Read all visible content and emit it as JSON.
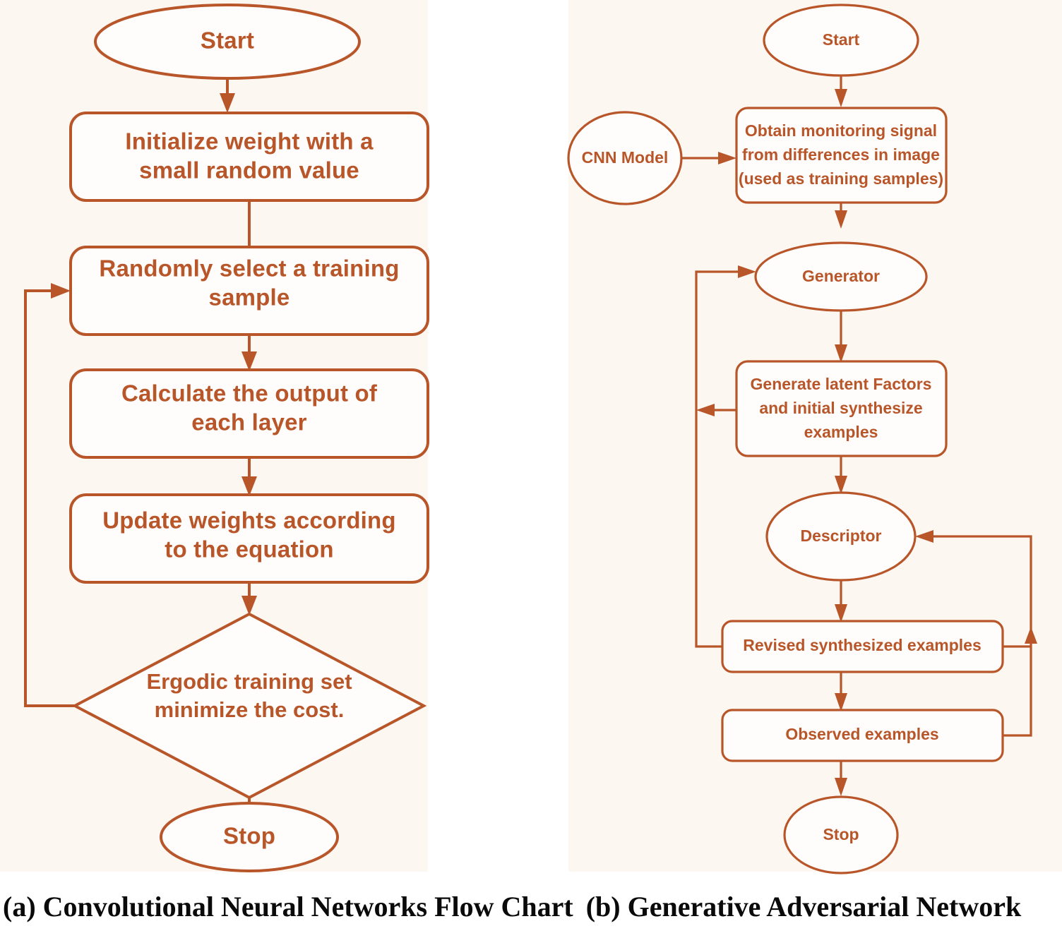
{
  "figure": {
    "background_color": "#ffffff",
    "panel_tint": "#fdf7f2",
    "stroke_color": "#b8562a",
    "caption_color": "#0a0a0a"
  },
  "captions": {
    "panel_a": "(a) Convolutional Neural Networks Flow Chart",
    "panel_b": "(b) Generative Adversarial Network"
  },
  "chart_data": {
    "type": "diagram",
    "title": "Convolutional Neural Networks and Generative Adversarial Network flow charts",
    "diagrams": [
      {
        "id": "panel_a",
        "caption": "(a) Convolutional Neural Networks Flow Chart",
        "nodes": [
          {
            "id": "a_start",
            "shape": "ellipse",
            "label": "Start"
          },
          {
            "id": "a_init",
            "shape": "rounded-rect",
            "label": "Initialize weight with a small random value"
          },
          {
            "id": "a_select",
            "shape": "rounded-rect",
            "label": "Randomly select a training sample"
          },
          {
            "id": "a_calc",
            "shape": "rounded-rect",
            "label": "Calculate the output of each layer"
          },
          {
            "id": "a_update",
            "shape": "rounded-rect",
            "label": "Update weights according to the equation"
          },
          {
            "id": "a_decision",
            "shape": "diamond",
            "label": "Ergodic training set minimize the cost."
          },
          {
            "id": "a_stop",
            "shape": "ellipse",
            "label": "Stop"
          }
        ],
        "edges": [
          {
            "from": "a_start",
            "to": "a_init",
            "type": "arrow"
          },
          {
            "from": "a_init",
            "to": "a_select",
            "type": "line"
          },
          {
            "from": "a_select",
            "to": "a_calc",
            "type": "arrow"
          },
          {
            "from": "a_calc",
            "to": "a_update",
            "type": "arrow"
          },
          {
            "from": "a_update",
            "to": "a_decision",
            "type": "arrow"
          },
          {
            "from": "a_decision",
            "to": "a_stop",
            "type": "arrow"
          },
          {
            "from": "a_decision",
            "to": "a_select",
            "type": "arrow",
            "routing": "feedback-left"
          }
        ]
      },
      {
        "id": "panel_b",
        "caption": "(b) Generative Adversarial Network",
        "nodes": [
          {
            "id": "b_start",
            "shape": "ellipse",
            "label": "Start"
          },
          {
            "id": "b_cnn",
            "shape": "circle",
            "label": "CNN Model"
          },
          {
            "id": "b_obtain",
            "shape": "rounded-rect",
            "label": "Obtain monitoring signal from differences in image (used as training samples)"
          },
          {
            "id": "b_generator",
            "shape": "ellipse",
            "label": "Generator"
          },
          {
            "id": "b_latent",
            "shape": "rounded-rect",
            "label": "Generate latent Factors and initial synthesize examples"
          },
          {
            "id": "b_descriptor",
            "shape": "ellipse",
            "label": "Descriptor"
          },
          {
            "id": "b_revised",
            "shape": "rounded-rect",
            "label": "Revised synthesized examples"
          },
          {
            "id": "b_observed",
            "shape": "rounded-rect",
            "label": "Observed examples"
          },
          {
            "id": "b_stop",
            "shape": "ellipse",
            "label": "Stop"
          }
        ],
        "edges": [
          {
            "from": "b_start",
            "to": "b_obtain",
            "type": "arrow"
          },
          {
            "from": "b_cnn",
            "to": "b_obtain",
            "type": "arrow"
          },
          {
            "from": "b_obtain",
            "to": "b_generator",
            "type": "arrow"
          },
          {
            "from": "b_generator",
            "to": "b_latent",
            "type": "arrow"
          },
          {
            "from": "b_latent",
            "to": "b_descriptor",
            "type": "arrow"
          },
          {
            "from": "b_latent",
            "to": "b_left_bus",
            "type": "arrow",
            "routing": "left"
          },
          {
            "from": "b_descriptor",
            "to": "b_revised",
            "type": "arrow"
          },
          {
            "from": "b_revised",
            "to": "b_observed",
            "type": "arrow"
          },
          {
            "from": "b_observed",
            "to": "b_stop",
            "type": "arrow"
          },
          {
            "from": "b_revised",
            "to": "b_generator",
            "type": "arrow",
            "routing": "feedback-left"
          },
          {
            "from": "b_revised",
            "to": "b_descriptor",
            "type": "arrow",
            "routing": "feedback-right"
          },
          {
            "from": "b_observed",
            "to": "b_descriptor",
            "type": "line",
            "routing": "feedback-right"
          }
        ]
      }
    ]
  },
  "panel_a": {
    "start": "Start",
    "init_line1": "Initialize weight with a",
    "init_line2": "small random value",
    "select_line1": "Randomly select a training",
    "select_line2": "sample",
    "calc_line1": "Calculate the output of",
    "calc_line2": "each layer",
    "update_line1": "Update weights according",
    "update_line2": "to the equation",
    "decision_line1": "Ergodic training set",
    "decision_line2": "minimize the cost.",
    "stop": "Stop"
  },
  "panel_b": {
    "start": "Start",
    "cnn_model": "CNN Model",
    "obtain_line1": "Obtain monitoring signal",
    "obtain_line2": "from differences in image",
    "obtain_line3": "(used as training samples)",
    "generator": "Generator",
    "latent_line1": "Generate latent Factors",
    "latent_line2": "and initial synthesize",
    "latent_line3": "examples",
    "descriptor": "Descriptor",
    "revised": "Revised synthesized examples",
    "observed": "Observed examples",
    "stop": "Stop"
  }
}
